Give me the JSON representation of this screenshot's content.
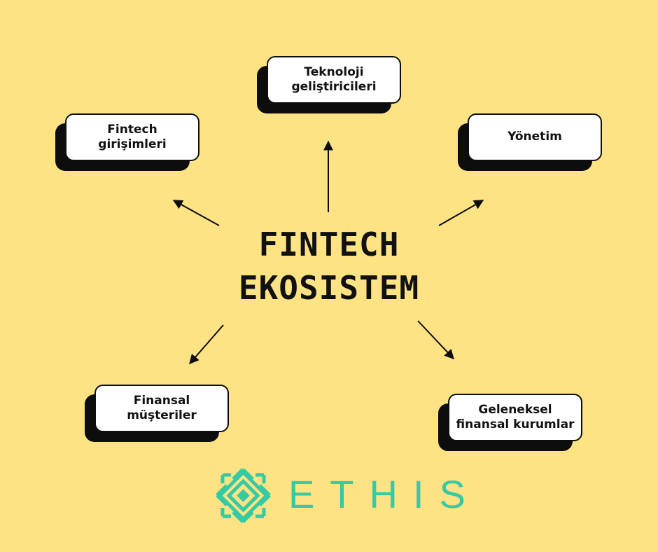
{
  "center_title": "FINTECH\nEKOSISTEM",
  "nodes": {
    "teknoloji": "Teknoloji\ngeliştiricileri",
    "fintech": "Fintech\ngirişimleri",
    "yonetim": "Yönetim",
    "finansal": "Finansal\nmüşteriler",
    "geleneksel": "Geleneksel\nfinansal kurumlar"
  },
  "edges": [
    [
      "center",
      "teknoloji"
    ],
    [
      "center",
      "fintech"
    ],
    [
      "center",
      "yonetim"
    ],
    [
      "center",
      "finansal"
    ],
    [
      "center",
      "geleneksel"
    ]
  ],
  "logo": {
    "word": "ETHIS",
    "brand_color": "#35c9a4"
  },
  "colors": {
    "background": "#fee385",
    "box": "#ffffff",
    "ink": "#0d0d0d"
  }
}
